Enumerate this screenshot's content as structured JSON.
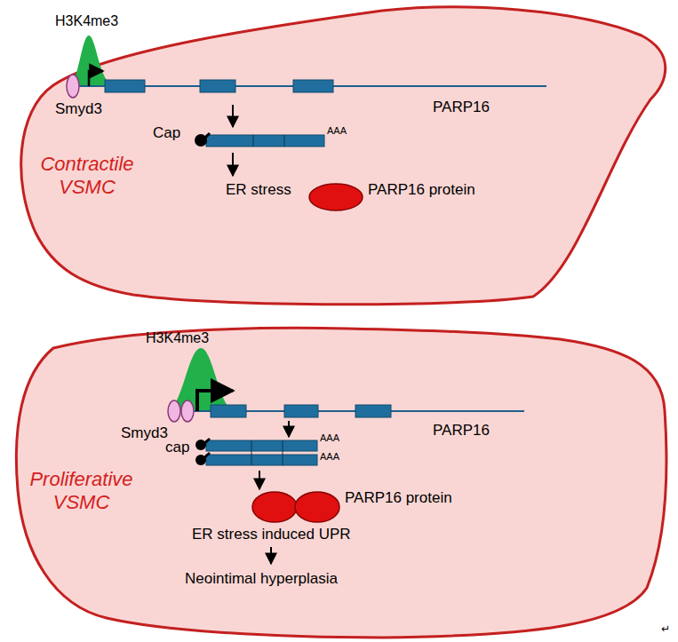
{
  "diagram": {
    "nodes": [
      {
        "text": [
          "Contractile VSMC"
        ]
      },
      {
        "text": [
          "Proliferative VSMC"
        ]
      }
    ],
    "labels": [
      "H3K4me3",
      "Smyd3",
      "PARP16",
      "Cap",
      "AAA",
      "ER stress",
      "PARP16 protein",
      "H3K4me3",
      "Smyd3",
      "PARP16",
      "cap",
      "AAA",
      "AAA",
      "PARP16 protein",
      "ER stress induced UPR",
      "Neointimal hyperplasia",
      "↵"
    ]
  }
}
